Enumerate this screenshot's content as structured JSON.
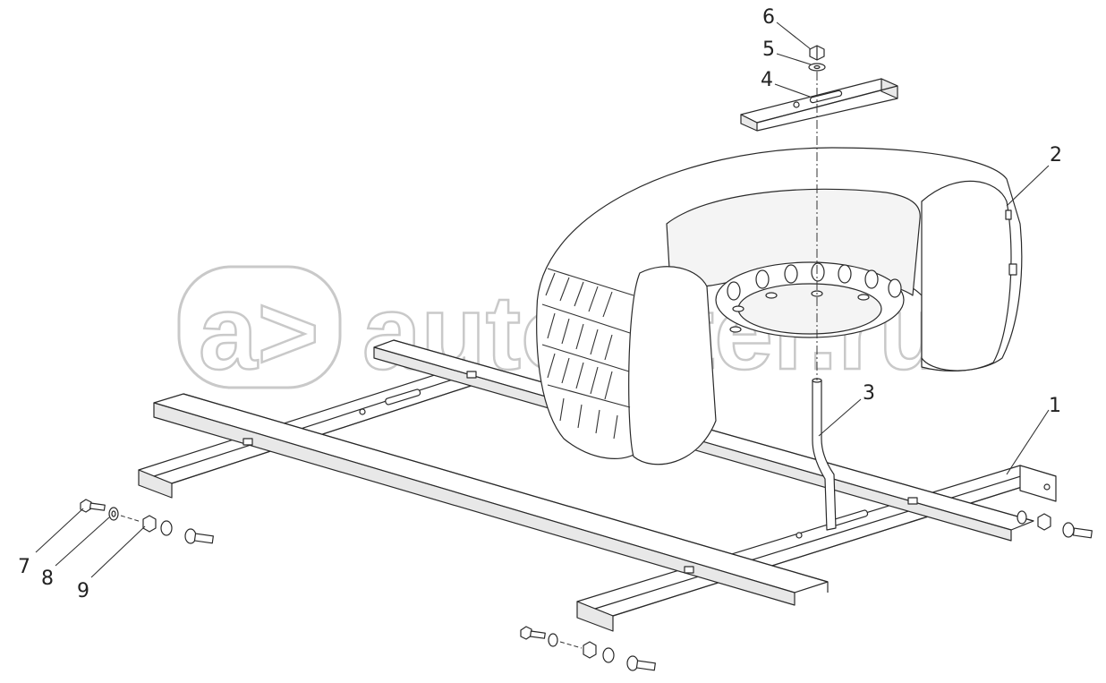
{
  "watermark": {
    "logo_mark": "a>",
    "site_text": "autopiter.ru"
  },
  "callouts": {
    "c1": "1",
    "c2": "2",
    "c3": "3",
    "c4": "4",
    "c5": "5",
    "c6": "6",
    "c7": "7",
    "c8": "8",
    "c9": "9"
  },
  "colors": {
    "line": "#2a2a2a",
    "fill": "#ffffff",
    "shade": "#e8e8e8",
    "watermark": "#c9c9c9"
  }
}
